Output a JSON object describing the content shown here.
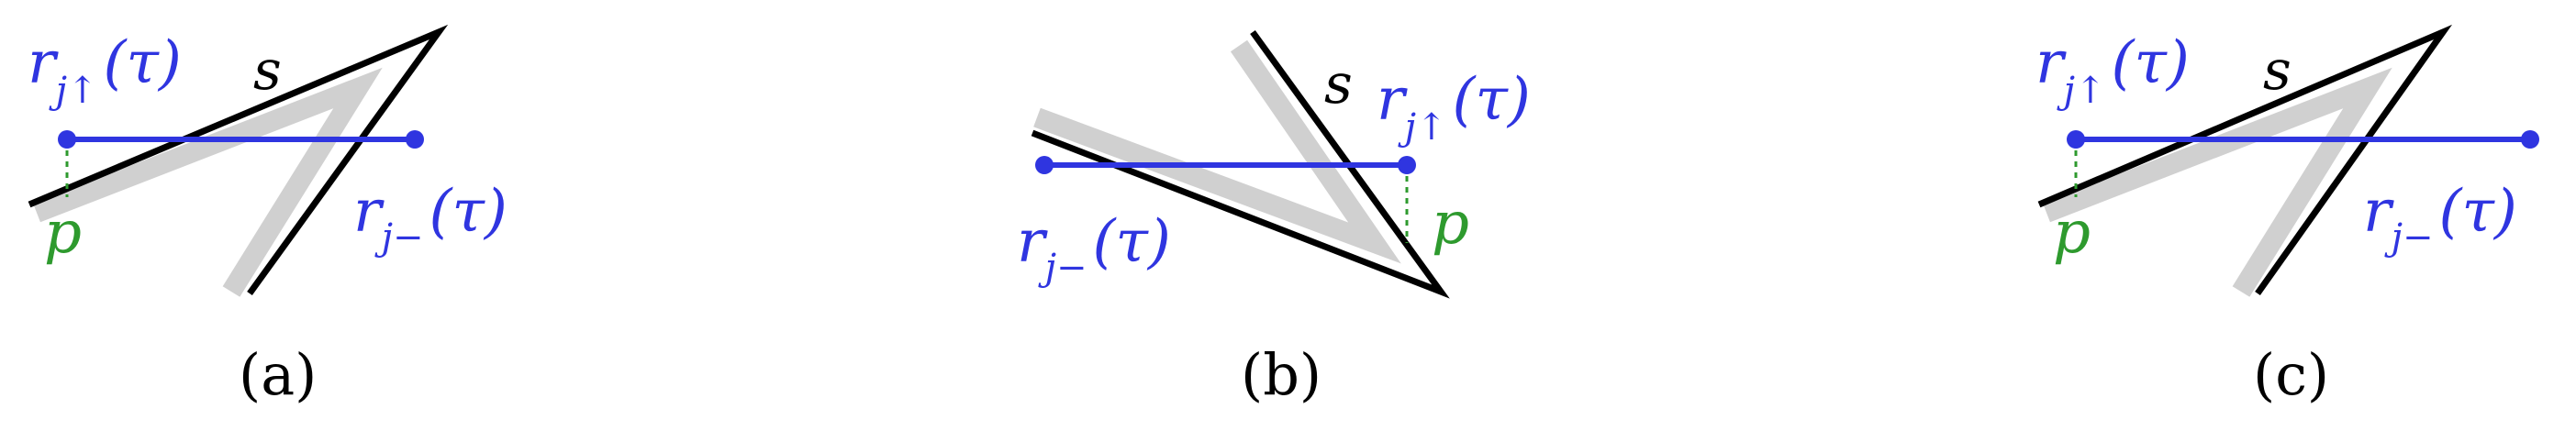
{
  "colors": {
    "ray": "#2f35e0",
    "point_p": "#2e9a2e",
    "segment_s": "#000000",
    "shadow": "#d0d0d0"
  },
  "labels": {
    "s": "s",
    "p": "p",
    "r": "r",
    "j_up": "j↑",
    "j_minus": "j−",
    "tau": "(τ)"
  },
  "panels": [
    {
      "caption": "(a)"
    },
    {
      "caption": "(b)"
    },
    {
      "caption": "(c)"
    }
  ]
}
